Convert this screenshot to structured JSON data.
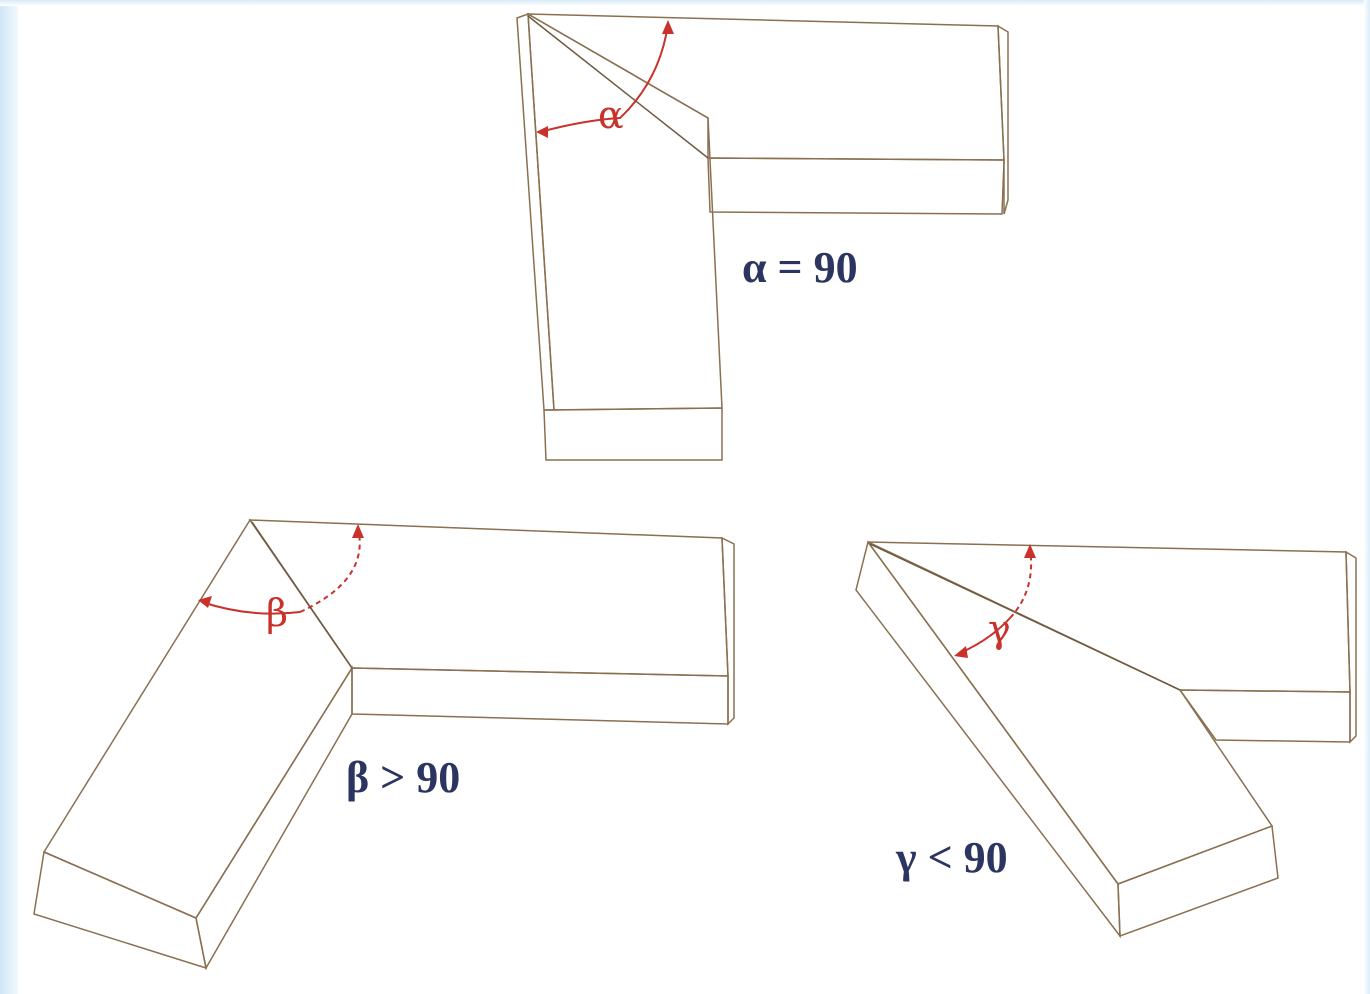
{
  "joints": [
    {
      "angle_symbol": "α",
      "caption": "α = 90"
    },
    {
      "angle_symbol": "β",
      "caption": "β > 90"
    },
    {
      "angle_symbol": "γ",
      "caption": "γ < 90"
    }
  ],
  "colors": {
    "wood_top": "#e6c597",
    "wood_side": "#c9a372",
    "wood_end": "#b89262",
    "angle_mark": "#c8322a",
    "caption_text": "#2b3560"
  }
}
